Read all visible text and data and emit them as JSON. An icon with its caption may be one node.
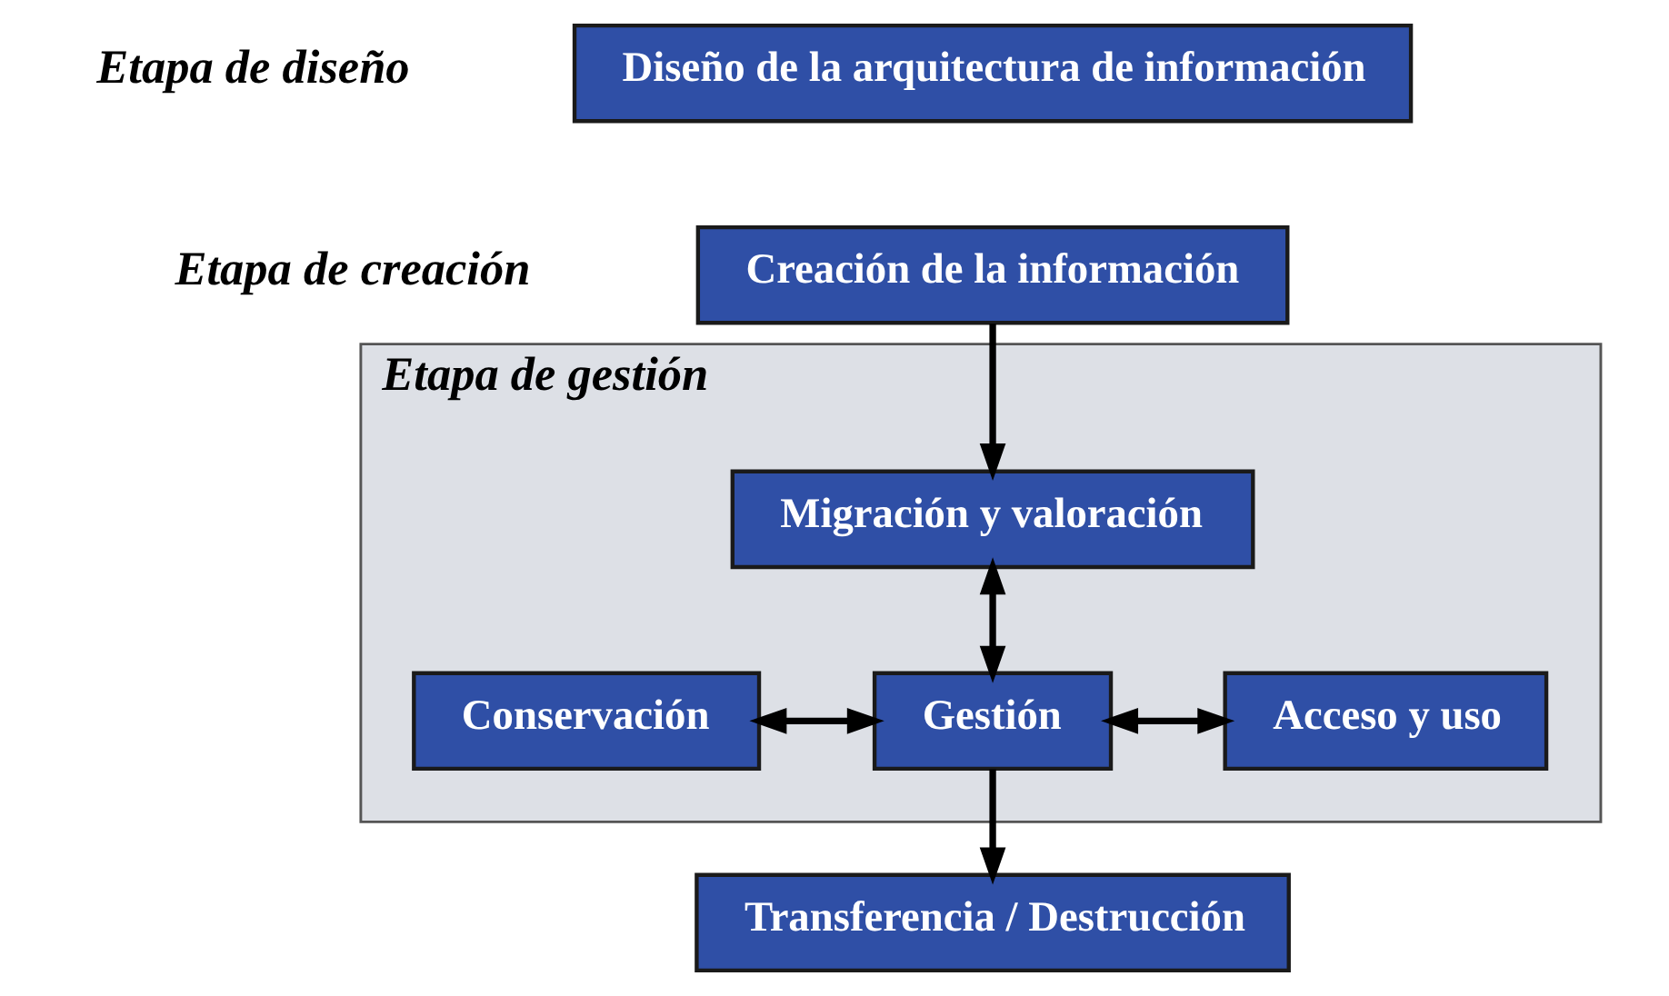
{
  "diagram": {
    "nodes": [
      {
        "text": [
          "Diseño de la arquitectura de información"
        ]
      },
      {
        "text": [
          "Creación de la información"
        ]
      },
      {
        "text": [
          "Etapa de gestión"
        ]
      },
      {
        "text": [
          "Migración y valoración"
        ],
        "in": 2
      },
      {
        "text": [
          "Conservación"
        ],
        "in": 2
      },
      {
        "text": [
          "Gestión"
        ],
        "in": 2
      },
      {
        "text": [
          "Acceso y uso"
        ],
        "in": 2
      },
      {
        "text": [
          "Transferencia / Destrucción"
        ]
      }
    ],
    "edges": [
      {
        "from": 1,
        "to": 3,
        "arrow": "to"
      },
      {
        "from": 3,
        "to": 5,
        "arrow": "both"
      },
      {
        "from": 4,
        "to": 5,
        "arrow": "both"
      },
      {
        "from": 5,
        "to": 6,
        "arrow": "both"
      },
      {
        "from": 5,
        "to": 7,
        "arrow": "to"
      }
    ],
    "labels": [
      "Etapa de diseño",
      "Etapa de creación"
    ]
  }
}
